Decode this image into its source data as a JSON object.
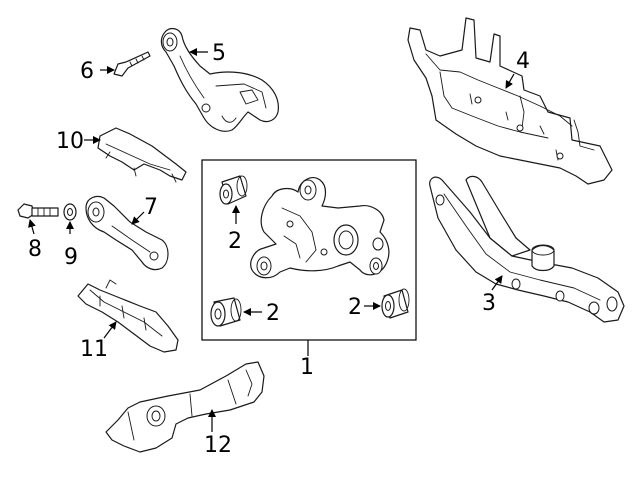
{
  "diagram": {
    "callouts": [
      {
        "id": "c1",
        "label": "1"
      },
      {
        "id": "c2a",
        "label": "2"
      },
      {
        "id": "c2b",
        "label": "2"
      },
      {
        "id": "c2c",
        "label": "2"
      },
      {
        "id": "c3",
        "label": "3"
      },
      {
        "id": "c4",
        "label": "4"
      },
      {
        "id": "c5",
        "label": "5"
      },
      {
        "id": "c6",
        "label": "6"
      },
      {
        "id": "c7",
        "label": "7"
      },
      {
        "id": "c8",
        "label": "8"
      },
      {
        "id": "c9",
        "label": "9"
      },
      {
        "id": "c10",
        "label": "10"
      },
      {
        "id": "c11",
        "label": "11"
      },
      {
        "id": "c12",
        "label": "12"
      }
    ]
  }
}
